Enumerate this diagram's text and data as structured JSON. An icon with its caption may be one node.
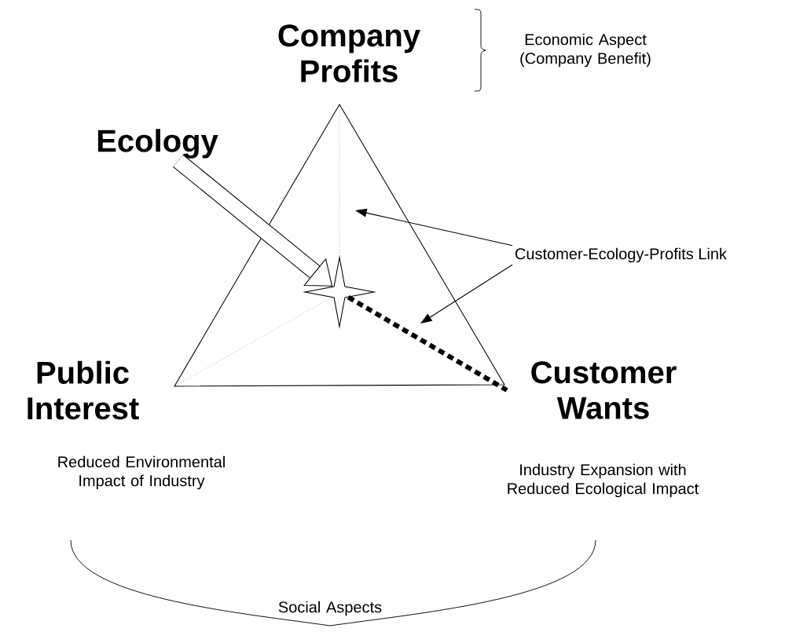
{
  "diagram": {
    "nodes": [
      {
        "text": [
          "Company Profits"
        ]
      },
      {
        "text": [
          "Ecology"
        ]
      },
      {
        "text": [
          "Public Interest"
        ],
        "beside": [
          "Reduced Environmental Impact of Industry"
        ]
      },
      {
        "text": [
          "Customer Wants"
        ],
        "beside": [
          "Industry Expansion with Reduced Ecological Impact"
        ]
      },
      {
        "text": [
          "Customer-Ecology-Profits Link"
        ]
      },
      {
        "text": [],
        "shape": "star"
      }
    ],
    "edges": [
      {
        "from": 1,
        "to": 5,
        "arrow": "to",
        "style": "thick"
      },
      {
        "from": 4,
        "to": null,
        "arrow": "to"
      },
      {
        "from": 4,
        "to": null,
        "arrow": "to"
      },
      {
        "from": 5,
        "to": 3,
        "arrow": "none",
        "style": "dashed"
      }
    ],
    "labels": [
      "Economic Aspect (Company Benefit)",
      "Social Aspects"
    ]
  }
}
